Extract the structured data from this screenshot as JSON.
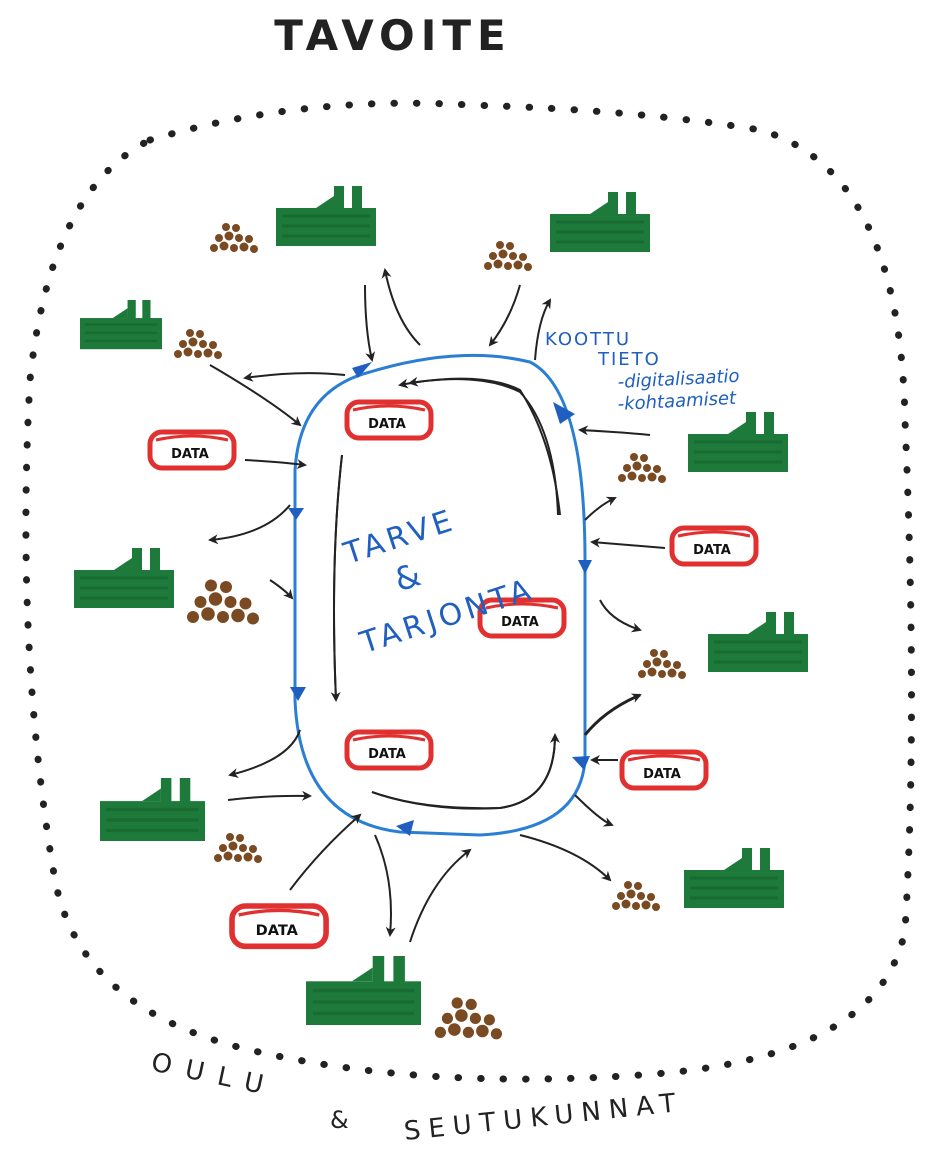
{
  "title": "TAVOITE",
  "center": {
    "line1": "TARVE",
    "line2": "&",
    "line3": "TARJONTA"
  },
  "note": {
    "line1": "KOOTTU",
    "line2": "TIETO",
    "line3": "-digitalisaatio",
    "line4": "-kohtaamiset"
  },
  "region": {
    "line1": "OULU",
    "line2": "&",
    "line3": "SEUTUKUNNAT"
  },
  "data_label": "DATA",
  "colors": {
    "factory": "#1e7a3a",
    "pile": "#7a4a22",
    "data_box": "#e03030",
    "loop": "#2a7fd4",
    "arrow": "#222222",
    "dots": "#222222"
  },
  "icons": [
    "factory-icon",
    "material-pile-icon",
    "data-box-icon"
  ]
}
